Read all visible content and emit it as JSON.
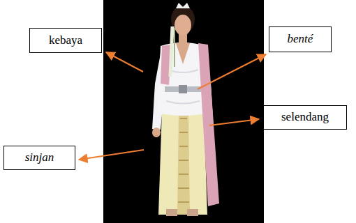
{
  "diagram": {
    "nodes": [
      {
        "text": [
          "kebaya"
        ]
      },
      {
        "text": [
          "benté"
        ]
      },
      {
        "text": [
          "selendang"
        ]
      },
      {
        "text": [
          "sinjan"
        ]
      }
    ]
  }
}
